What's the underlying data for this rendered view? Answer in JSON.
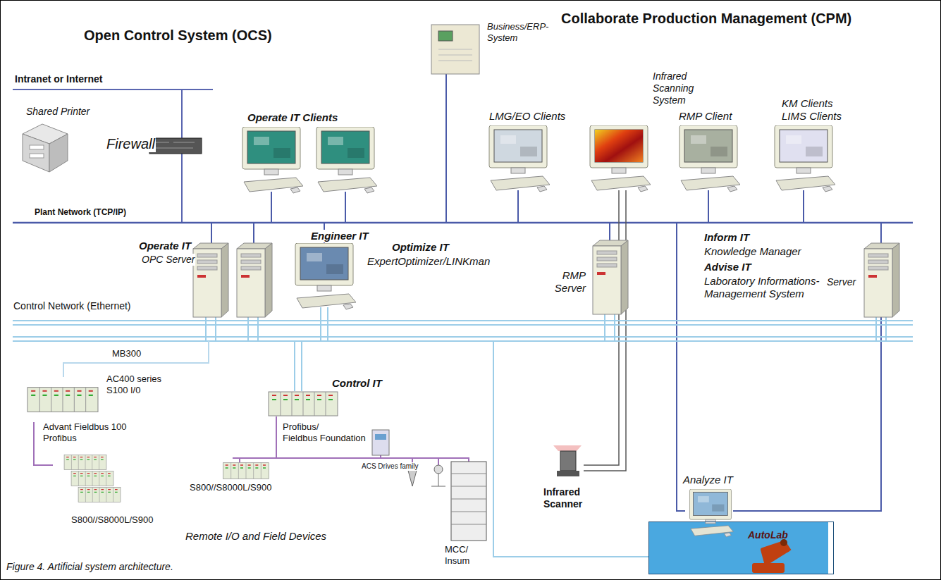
{
  "diagram": {
    "caption": "Figure 4. Artificial system architecture.",
    "nodes": [
      {
        "text": [
          "AutoLab"
        ]
      }
    ],
    "labels": [
      "Open Control System (OCS)",
      "Collaborate Production Management (CPM)",
      "Intranet or Internet",
      "Shared Printer",
      "Firewall",
      "Plant Network (TCP/IP)",
      "Business/ERP-System",
      "Operate IT Clients",
      "LMG/EO Clients",
      "Infrared Scanning System",
      "RMP Client",
      "KM Clients LIMS Clients",
      "Operate IT",
      "OPC Server",
      "Engineer IT",
      "Optimize IT",
      "ExpertOptimizer/LINKman",
      "RMP Server",
      "Inform IT",
      "Knowledge Manager",
      "Advise IT",
      "Laboratory Informations-Management System",
      "Server",
      "Control Network (Ethernet)",
      "MB300",
      "AC400 series S100 I/0",
      "Advant Fieldbus 100 Profibus",
      "S800//S8000L/S900",
      "Control IT",
      "Profibus/",
      "Fieldbus Foundation",
      "S800//S8000L/S900",
      "ACS Drives family",
      "Remote I/O and Field Devices",
      "MCC/ Insum",
      "Infrared Scanner",
      "Analyze IT"
    ]
  }
}
